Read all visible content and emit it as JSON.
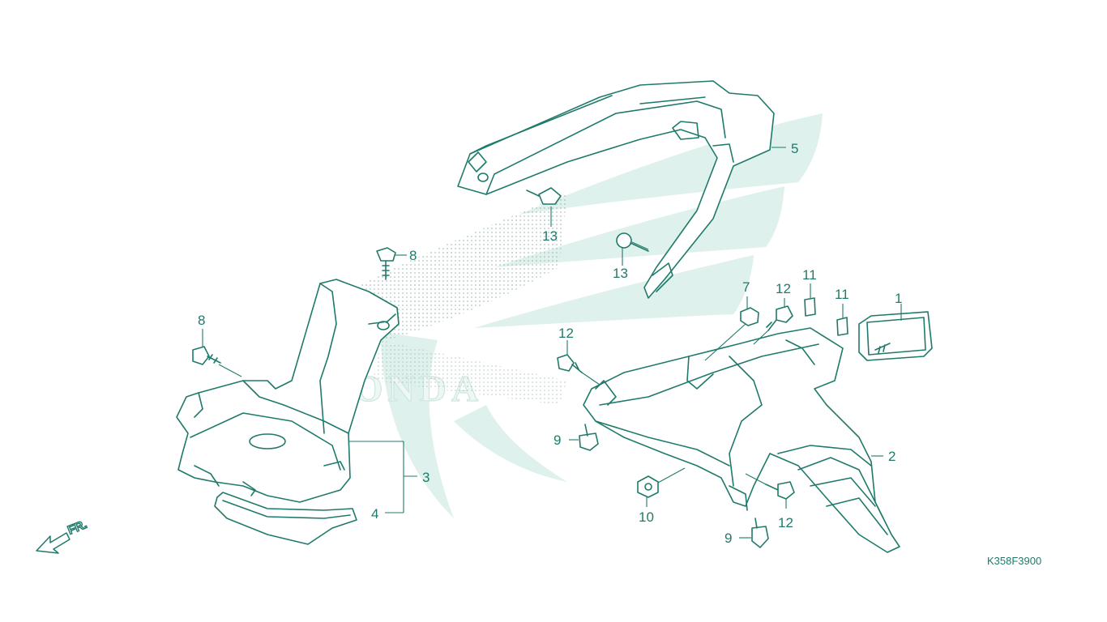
{
  "diagram": {
    "figure_code": "K358F3900",
    "direction_label": "FR.",
    "watermark": "HONDA",
    "colors": {
      "line": "#1f7a6b",
      "watermark": "#dff1ec",
      "background": "#ffffff"
    },
    "callouts": [
      {
        "id": "c1",
        "label": "1"
      },
      {
        "id": "c2",
        "label": "2"
      },
      {
        "id": "c3",
        "label": "3"
      },
      {
        "id": "c4",
        "label": "4"
      },
      {
        "id": "c5",
        "label": "5"
      },
      {
        "id": "c7",
        "label": "7"
      },
      {
        "id": "c8a",
        "label": "8"
      },
      {
        "id": "c8b",
        "label": "8"
      },
      {
        "id": "c9a",
        "label": "9"
      },
      {
        "id": "c9b",
        "label": "9"
      },
      {
        "id": "c10",
        "label": "10"
      },
      {
        "id": "c11a",
        "label": "11"
      },
      {
        "id": "c11b",
        "label": "11"
      },
      {
        "id": "c12a",
        "label": "12"
      },
      {
        "id": "c12b",
        "label": "12"
      },
      {
        "id": "c12c",
        "label": "12"
      },
      {
        "id": "c13a",
        "label": "13"
      },
      {
        "id": "c13b",
        "label": "13"
      }
    ]
  }
}
